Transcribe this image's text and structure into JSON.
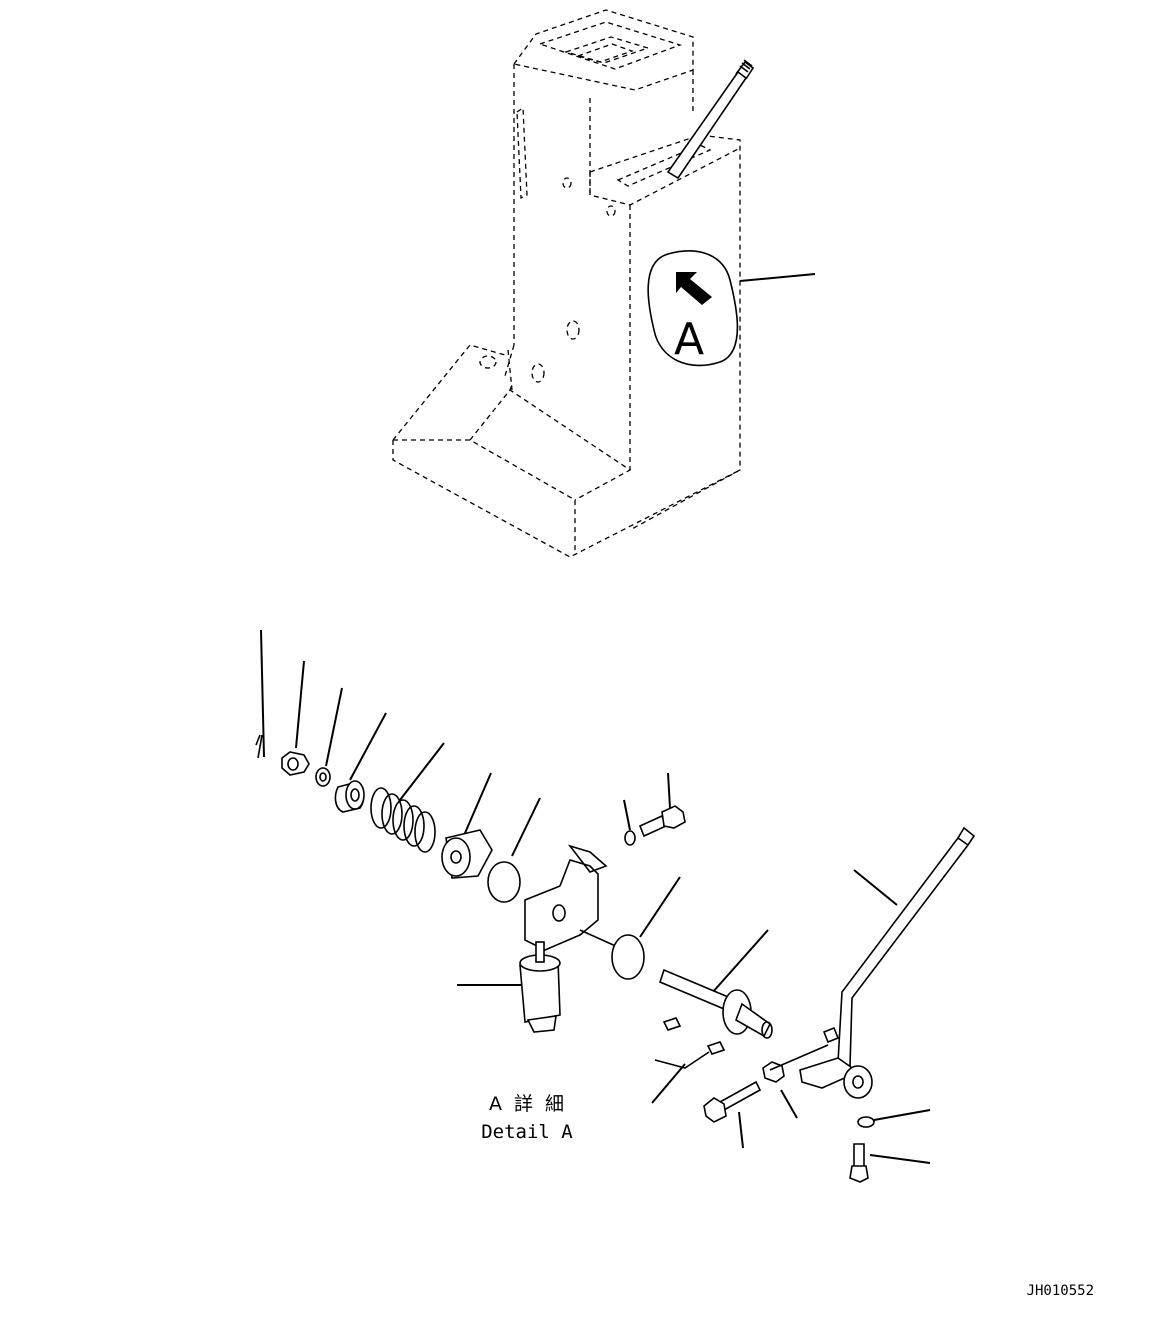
{
  "diagram": {
    "callout_letter": "A",
    "detail_caption_jp": "A 詳 細",
    "detail_caption_en": "Detail A",
    "drawing_number": "JH010552"
  }
}
